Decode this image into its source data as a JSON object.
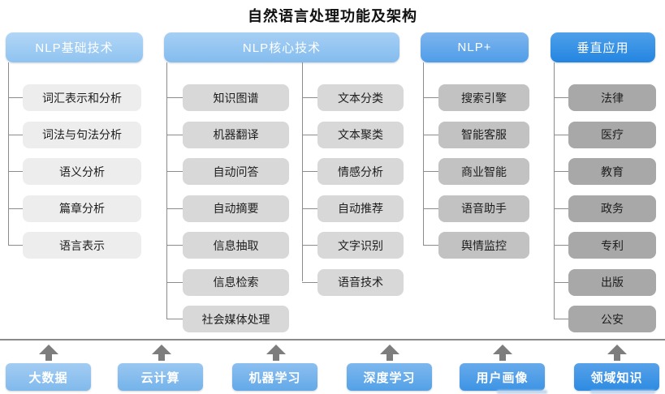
{
  "title": "自然语言处理功能及架构",
  "groups": {
    "basic": {
      "header": "NLP基础技术",
      "items": [
        "词汇表示和分析",
        "词法与句法分析",
        "语义分析",
        "篇章分析",
        "语言表示"
      ]
    },
    "core": {
      "header": "NLP核心技术",
      "items_left": [
        "知识图谱",
        "机器翻译",
        "自动问答",
        "自动摘要",
        "信息抽取",
        "信息检索",
        "社会媒体处理"
      ],
      "items_right": [
        "文本分类",
        "文本聚类",
        "情感分析",
        "自动推荐",
        "文字识别",
        "语音技术"
      ]
    },
    "plus": {
      "header": "NLP+",
      "items": [
        "搜索引擎",
        "智能客服",
        "商业智能",
        "语音助手",
        "舆情监控"
      ]
    },
    "vertical": {
      "header": "垂直应用",
      "items": [
        "法律",
        "医疗",
        "教育",
        "政务",
        "专利",
        "出版",
        "公安"
      ]
    }
  },
  "foundation": {
    "items": [
      "大数据",
      "云计算",
      "机器学习",
      "深度学习",
      "用户画像",
      "领域知识"
    ]
  },
  "colors": {
    "header_blues": [
      "#9ccbf3",
      "#8cc2f0",
      "#60a8e9",
      "#2f8ee4"
    ],
    "item_greys": [
      "#ededed",
      "#d8d8d8",
      "#c2c2c2",
      "#a8a8a8"
    ],
    "foundation_blues": [
      "#8fc0ee",
      "#7db9ec",
      "#6cb0ea",
      "#5ba8e8",
      "#4a9ce6",
      "#3a92e4"
    ],
    "connector_grey": "#8c8c8c",
    "arrow_grey": "#7d7d7d",
    "title_color": "#111111"
  }
}
